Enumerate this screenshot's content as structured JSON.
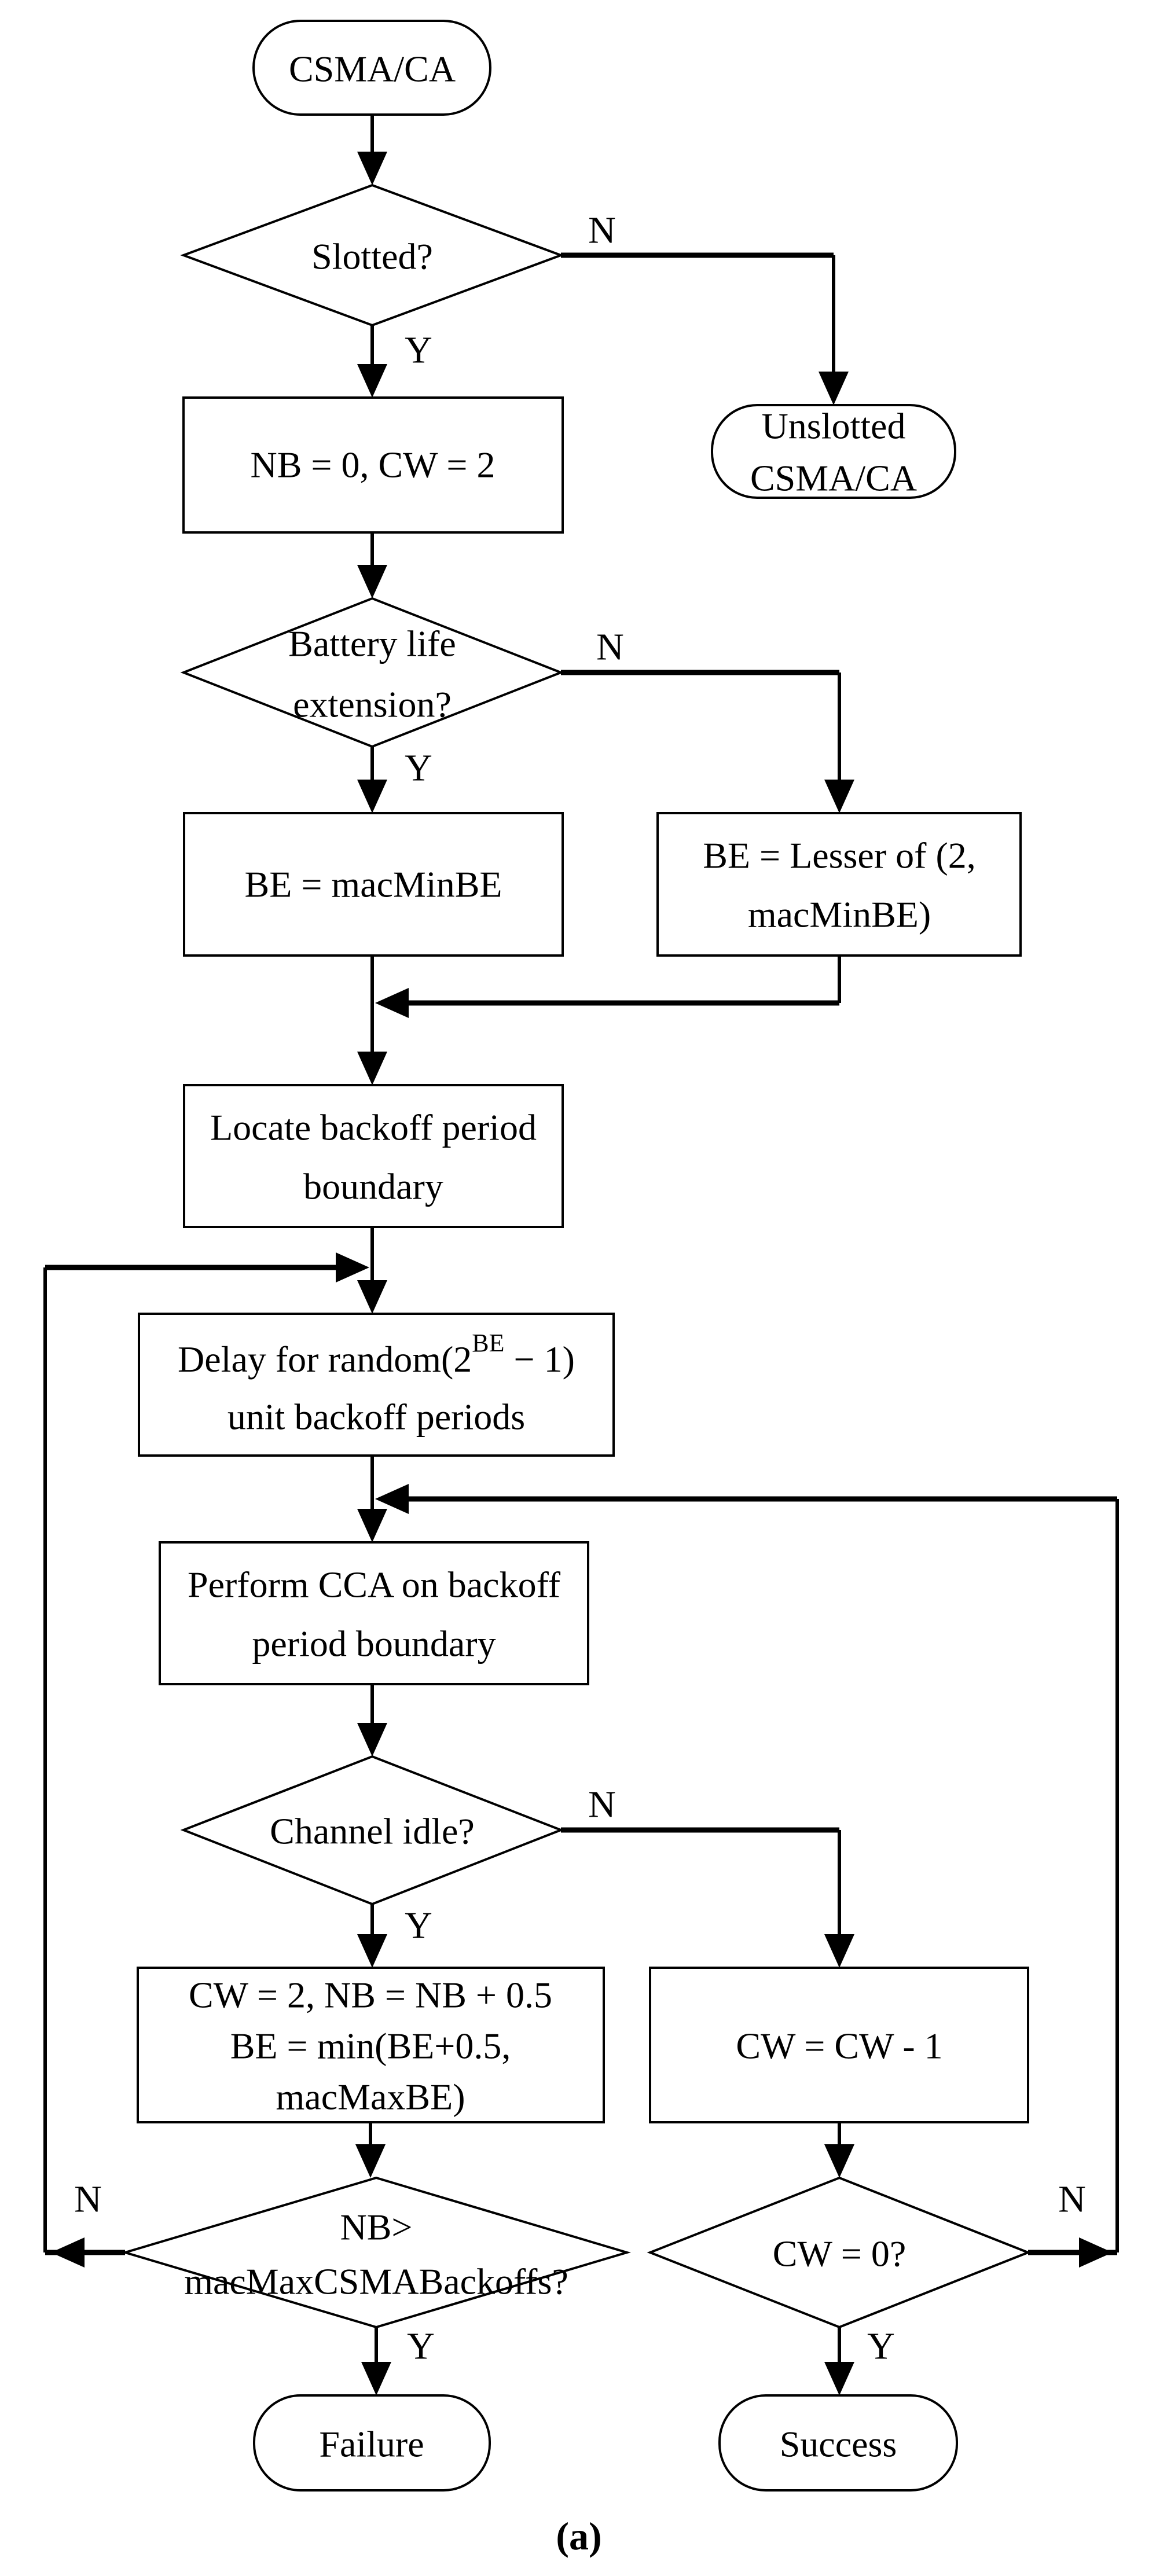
{
  "figure": {
    "caption": "(a)"
  },
  "colors": {
    "line": "#000000",
    "background": "#ffffff",
    "text": "#000000"
  },
  "nodes": {
    "start": {
      "label": "CSMA/CA"
    },
    "slotted": {
      "label": "Slotted?"
    },
    "unslotted": {
      "line1": "Unslotted",
      "line2": "CSMA/CA"
    },
    "init": {
      "label": "NB = 0, CW = 2"
    },
    "battery": {
      "line1": "Battery life",
      "line2": "extension?"
    },
    "be_min": {
      "label": "BE = macMinBE"
    },
    "be_lesser": {
      "line1": "BE = Lesser of (2,",
      "line2": "macMinBE)"
    },
    "locate": {
      "line1": "Locate backoff period",
      "line2": "boundary"
    },
    "delay": {
      "line1_pre": "Delay for random(2",
      "line1_sup": "BE",
      "line1_post": " − 1)",
      "line2": "unit backoff periods"
    },
    "cca": {
      "line1": "Perform CCA on backoff",
      "line2": "period boundary"
    },
    "channel": {
      "label": "Channel idle?"
    },
    "update": {
      "line1": "CW = 2, NB = NB + 0.5",
      "line2": "BE = min(BE+0.5,",
      "line3": "macMaxBE)"
    },
    "cw_dec": {
      "label": "CW = CW - 1"
    },
    "nb_check": {
      "line1": "NB>",
      "line2": "macMaxCSMABackoffs?"
    },
    "cw_check": {
      "label": "CW = 0?"
    },
    "failure": {
      "label": "Failure"
    },
    "success": {
      "label": "Success"
    }
  },
  "edge_labels": {
    "slotted_n": "N",
    "slotted_y": "Y",
    "battery_n": "N",
    "battery_y": "Y",
    "channel_n": "N",
    "channel_y": "Y",
    "nb_check_n": "N",
    "nb_check_y": "Y",
    "cw_check_n": "N",
    "cw_check_y": "Y"
  }
}
